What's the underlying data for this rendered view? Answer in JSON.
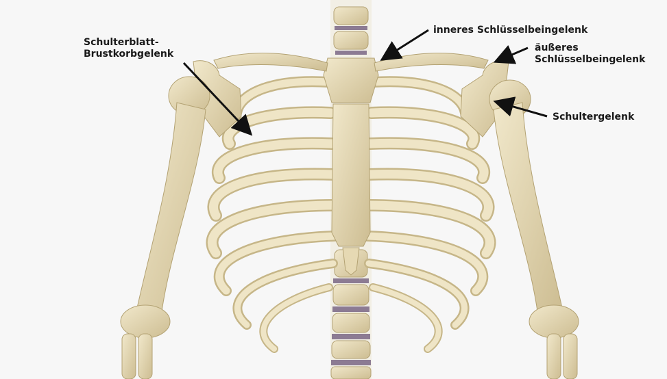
{
  "image": {
    "subject": "anatomical-rib-cage-and-shoulder-girdle",
    "colors": {
      "background": "#f7f7f7",
      "bone": "#e8dcb8",
      "bone_shadow": "#c9b98e",
      "bone_outline": "#b3a273",
      "cartilage": "#ddd2b0",
      "disc": "#8c7b93",
      "arrow": "#111111",
      "text": "#1a1a1a"
    }
  },
  "labels": {
    "scapulothoracic": [
      "Schulterblatt-",
      "Brustkorbgelenk"
    ],
    "sternoclavicular": "inneres Schlüsselbeingelenk",
    "acromioclavicular": [
      "äußeres",
      "Schlüsselbeingelenk"
    ],
    "glenohumeral": "Schultergelenk"
  }
}
